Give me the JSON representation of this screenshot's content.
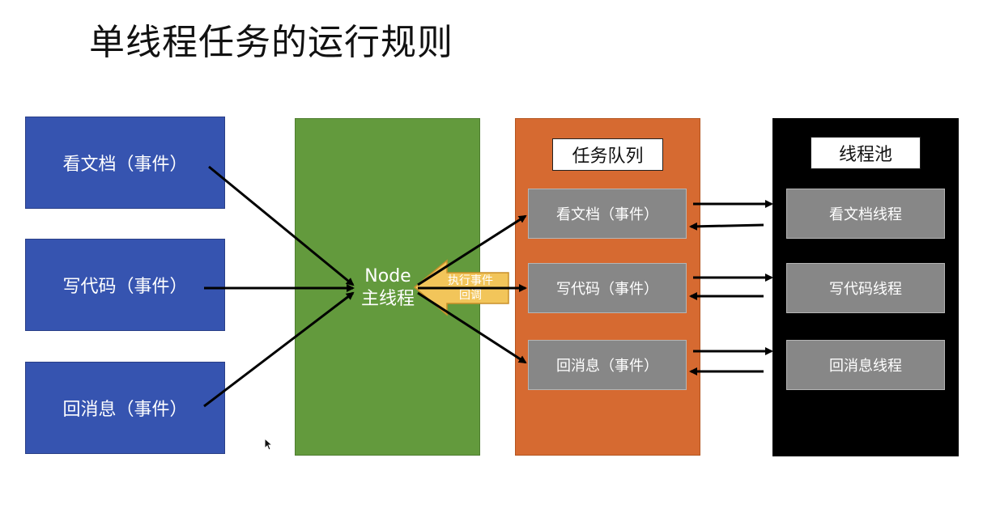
{
  "title": "单线程任务的运行规则",
  "events": [
    {
      "label": "看文档（事件）"
    },
    {
      "label": "写代码（事件）"
    },
    {
      "label": "回消息（事件）"
    }
  ],
  "main_thread": {
    "line1": "Node",
    "line2": "主线程"
  },
  "callback": {
    "line1": "执行事件",
    "line2": "回调"
  },
  "task_queue": {
    "header": "任务队列",
    "items": [
      {
        "label": "看文档（事件）"
      },
      {
        "label": "写代码（事件）"
      },
      {
        "label": "回消息（事件）"
      }
    ]
  },
  "thread_pool": {
    "header": "线程池",
    "items": [
      {
        "label": "看文档线程"
      },
      {
        "label": "写代码线程"
      },
      {
        "label": "回消息线程"
      }
    ]
  },
  "colors": {
    "event_blue": "#3654b0",
    "main_thread_green": "#639a3d",
    "queue_orange": "#d66a31",
    "pool_black": "#000000",
    "item_grey": "#878787",
    "callback_yellow": "#f2c55a"
  }
}
